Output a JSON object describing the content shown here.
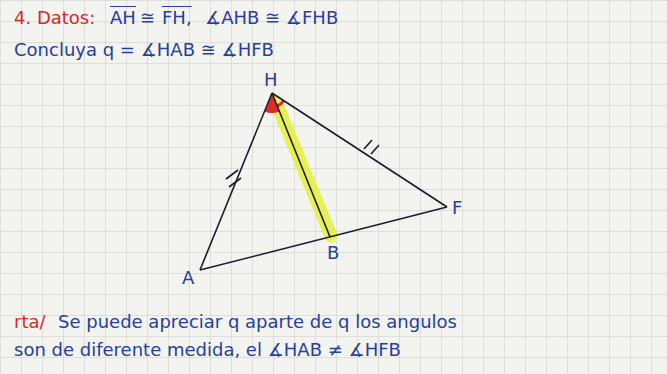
{
  "diagram": {
    "labels": [
      "4. Datos:",
      "AH",
      "≅",
      "FH,",
      "∡AHB ≅ ∡FHB",
      "Concluya q = ∡HAB ≅ ∡HFB",
      "H",
      "F",
      "A",
      "B",
      "rta/",
      "Se puede apreciar q aparte de q los angulos",
      "son de diferente medida, el ∡HAB ≠ ∡HFB"
    ]
  }
}
